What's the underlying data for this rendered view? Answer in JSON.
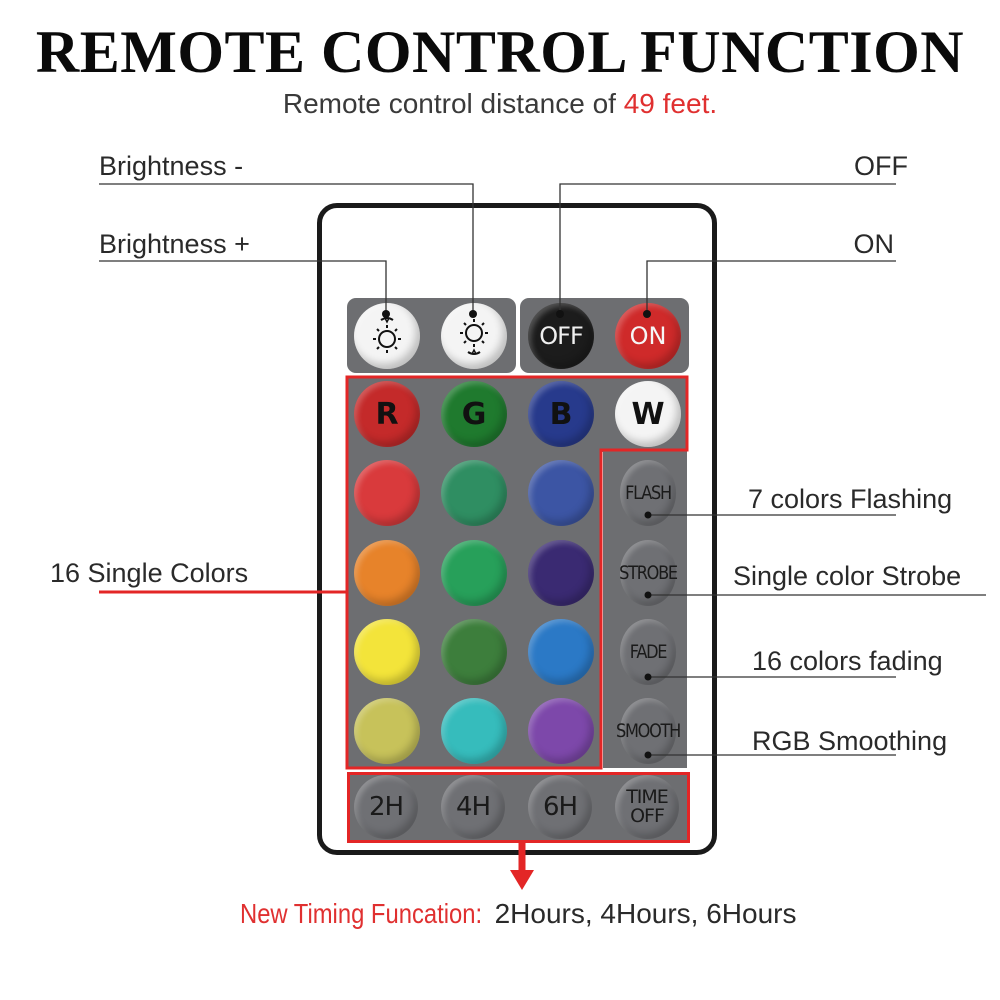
{
  "header": {
    "title": "REMOTE CONTROL FUNCTION",
    "subtitle_prefix": "Remote control distance of ",
    "subtitle_distance": "49 feet."
  },
  "labels": {
    "brightness_down": "Brightness -",
    "brightness_up": "Brightness +",
    "off": "OFF",
    "on": "ON",
    "single_colors": "16 Single Colors",
    "flash": "7 colors Flashing",
    "strobe": "Single color Strobe",
    "fade": "16 colors fading",
    "smooth": "RGB Smoothing"
  },
  "buttons": {
    "off": "OFF",
    "on": "ON",
    "r": "R",
    "g": "G",
    "b": "B",
    "w": "W",
    "flash": "FLASH",
    "strobe": "STROBE",
    "fade": "FADE",
    "smooth": "SMOOTH",
    "h2": "2H",
    "h4": "4H",
    "h6": "6H",
    "time_off_line1": "TIME",
    "time_off_line2": "OFF"
  },
  "color_grid": [
    [
      "#d93a3c",
      "#2f8e62",
      "#3c55a4"
    ],
    [
      "#e7832a",
      "#27a05a",
      "#3a2a72"
    ],
    [
      "#f3e43a",
      "#3d7e3c",
      "#2b79c6"
    ],
    [
      "#c7c25a",
      "#36bcbc",
      "#7d48aa"
    ]
  ],
  "colors": {
    "accent_red": "#e32626",
    "panel_gray": "#6d6e71",
    "btn_r": "#c42a2a",
    "btn_g": "#1f7a2e",
    "btn_b": "#273a8c",
    "btn_w": "#f4f4f4",
    "btn_off": "#1c1c1c",
    "btn_on": "#cf2a2a"
  },
  "footer": {
    "prefix": "New Timing Funcation:",
    "hours": " 2Hours, 4Hours, 6Hours"
  }
}
